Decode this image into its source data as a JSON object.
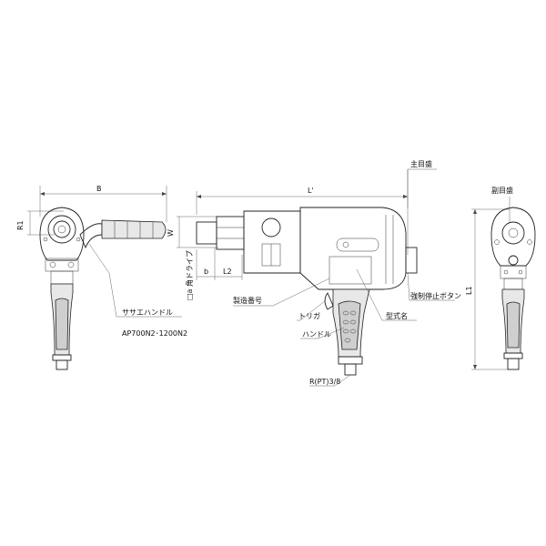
{
  "dimensions": {
    "B": "B",
    "R1": "R1",
    "L_prime": "L'",
    "W": "W",
    "b": "b",
    "L2": "L2",
    "L1": "L1",
    "square_drive": "□a 角ドライブ"
  },
  "callouts": {
    "main_scale": "主目盛",
    "sub_scale": "副目盛",
    "support_handle": "ササエハンドル",
    "support_handle_models": "AP700N2･1200N2",
    "serial_number": "製造番号",
    "trigger": "トリガ",
    "handle": "ハンドル",
    "model_name": "型式名",
    "force_stop_button": "強制停止ボタン",
    "air_inlet": "R(PT)3/8"
  }
}
